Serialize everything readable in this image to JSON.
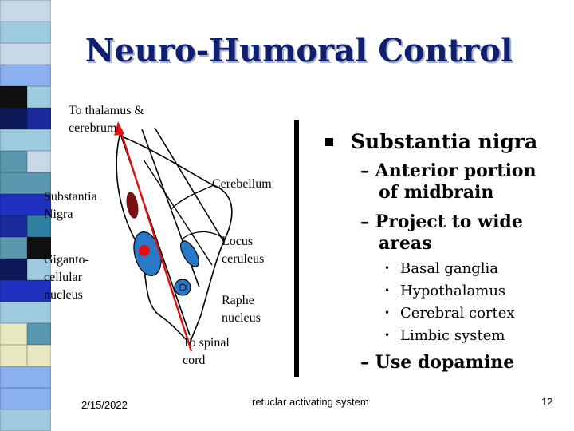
{
  "slide": {
    "title": "Neuro-Humoral Control",
    "accent_color": "#102070",
    "diagram": {
      "label_thalamus": "To thalamus &\ncerebrum",
      "label_substantia_nigra": "Substantia\nNigra",
      "label_giganto": "Giganto-\ncellular\nnucleus",
      "label_cerebellum": "Cerebellum",
      "label_locus": "Locus\nceruleus",
      "label_raphe": "Raphe\nnucleus",
      "label_spinal": "To spinal\ncord",
      "pathway_color": "#e01010",
      "nucleus_color": "#2a78c8"
    },
    "content": {
      "heading": "Substantia nigra",
      "items": [
        "– Anterior portion\n   of midbrain",
        "– Project to wide\n   areas"
      ],
      "subitems": [
        "Basal ganglia",
        "Hypothalamus",
        "Cerebral cortex",
        "Limbic system"
      ],
      "last_item": "– Use dopamine"
    },
    "footer": {
      "date": "2/15/2022",
      "caption": "retuclar activating system",
      "page_number": "12"
    }
  }
}
